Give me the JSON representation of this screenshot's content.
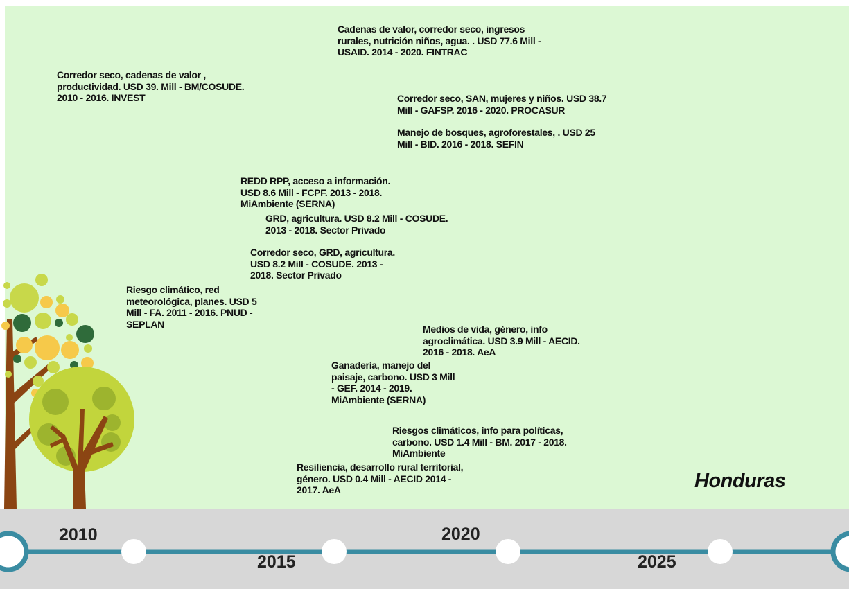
{
  "country": "Honduras",
  "timeline": {
    "years": [
      "2010",
      "2015",
      "2020",
      "2025"
    ],
    "colors": {
      "line": "#3a8ca2",
      "node": "#ffffff",
      "band": "#d7d7d7",
      "background": "#dcf8d4"
    }
  },
  "projects": [
    {
      "id": "fintrac",
      "text": "Cadenas de valor, corredor seco, ingresos\nrurales, nutrición niños, agua. .  USD 77.6 Mill -\nUSAID. 2014 - 2020. FINTRAC"
    },
    {
      "id": "invest",
      "text": "Corredor seco, cadenas de valor ,\nproductividad. USD 39. Mill - BM/COSUDE.\n2010 - 2016. INVEST"
    },
    {
      "id": "procasur",
      "text": "Corredor seco, SAN, mujeres y niños. USD 38.7\nMill - GAFSP. 2016 - 2020. PROCASUR"
    },
    {
      "id": "sefin",
      "text": "Manejo de bosques, agroforestales, .  USD 25\nMill - BID. 2016 - 2018. SEFIN"
    },
    {
      "id": "redd",
      "text": "REDD RPP, acceso a información.\n USD 8.6 Mill - FCPF. 2013 - 2018.\nMiAmbiente (SERNA)"
    },
    {
      "id": "grd-agricultura",
      "text": "GRD, agricultura. USD 8.2 Mill  - COSUDE.\n2013  - 2018. Sector Privado"
    },
    {
      "id": "corredor-grd",
      "text": "Corredor seco, GRD, agricultura.\nUSD 8.2 Mill  - COSUDE. 2013 -\n2018. Sector Privado"
    },
    {
      "id": "pnud",
      "text": "Riesgo climático, red\nmeteorológica, planes.  USD 5\nMill - FA. 2011 - 2016. PNUD -\nSEPLAN"
    },
    {
      "id": "aecid-medios",
      "text": "Medios de vida, género, info\nagroclimática.  USD 3.9 Mill - AECID.\n2016 - 2018. AeA"
    },
    {
      "id": "gef",
      "text": "Ganadería, manejo del\npaisaje, carbono.  USD 3 Mill\n- GEF. 2014 - 2019.\nMiAmbiente (SERNA)"
    },
    {
      "id": "bm-riesgos",
      "text": "Riesgos climáticos, info para políticas,\ncarbono.  USD 1.4 Mill - BM. 2017 - 2018.\nMiAmbiente"
    },
    {
      "id": "aecid-resiliencia",
      "text": "Resiliencia, desarrollo rural territorial,\ngénero. USD 0.4 Mill  - AECID 2014 -\n2017. AeA"
    }
  ]
}
